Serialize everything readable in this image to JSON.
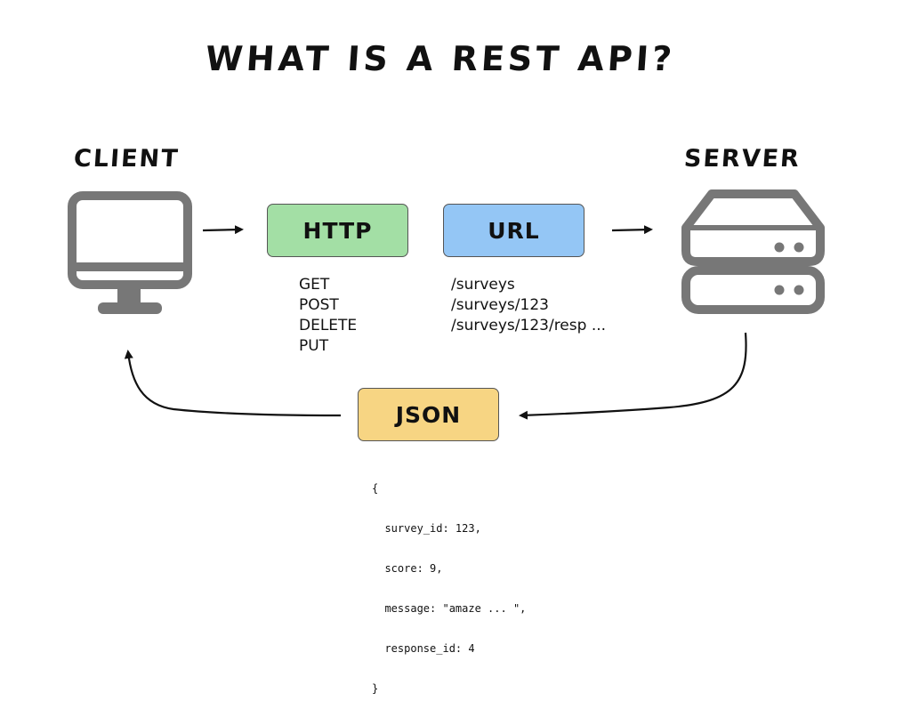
{
  "title": "WHAT IS A REST API?",
  "client": {
    "label": "CLIENT",
    "icon": "monitor-icon"
  },
  "server": {
    "label": "SERVER",
    "icon": "server-icon"
  },
  "http": {
    "label": "HTTP",
    "color": "#a3dfa5",
    "methods": [
      "GET",
      "POST",
      "DELETE",
      "PUT"
    ]
  },
  "url": {
    "label": "URL",
    "color": "#94c6f5",
    "paths": [
      "/surveys",
      "/surveys/123",
      "/surveys/123/resp ..."
    ]
  },
  "json": {
    "label": "JSON",
    "color": "#f7d583",
    "lines": [
      "{",
      "  survey_id: 123,",
      "  score: 9,",
      "  message: \"amaze ... \",",
      "  response_id: 4",
      "}"
    ]
  },
  "icon_color": "#777777"
}
